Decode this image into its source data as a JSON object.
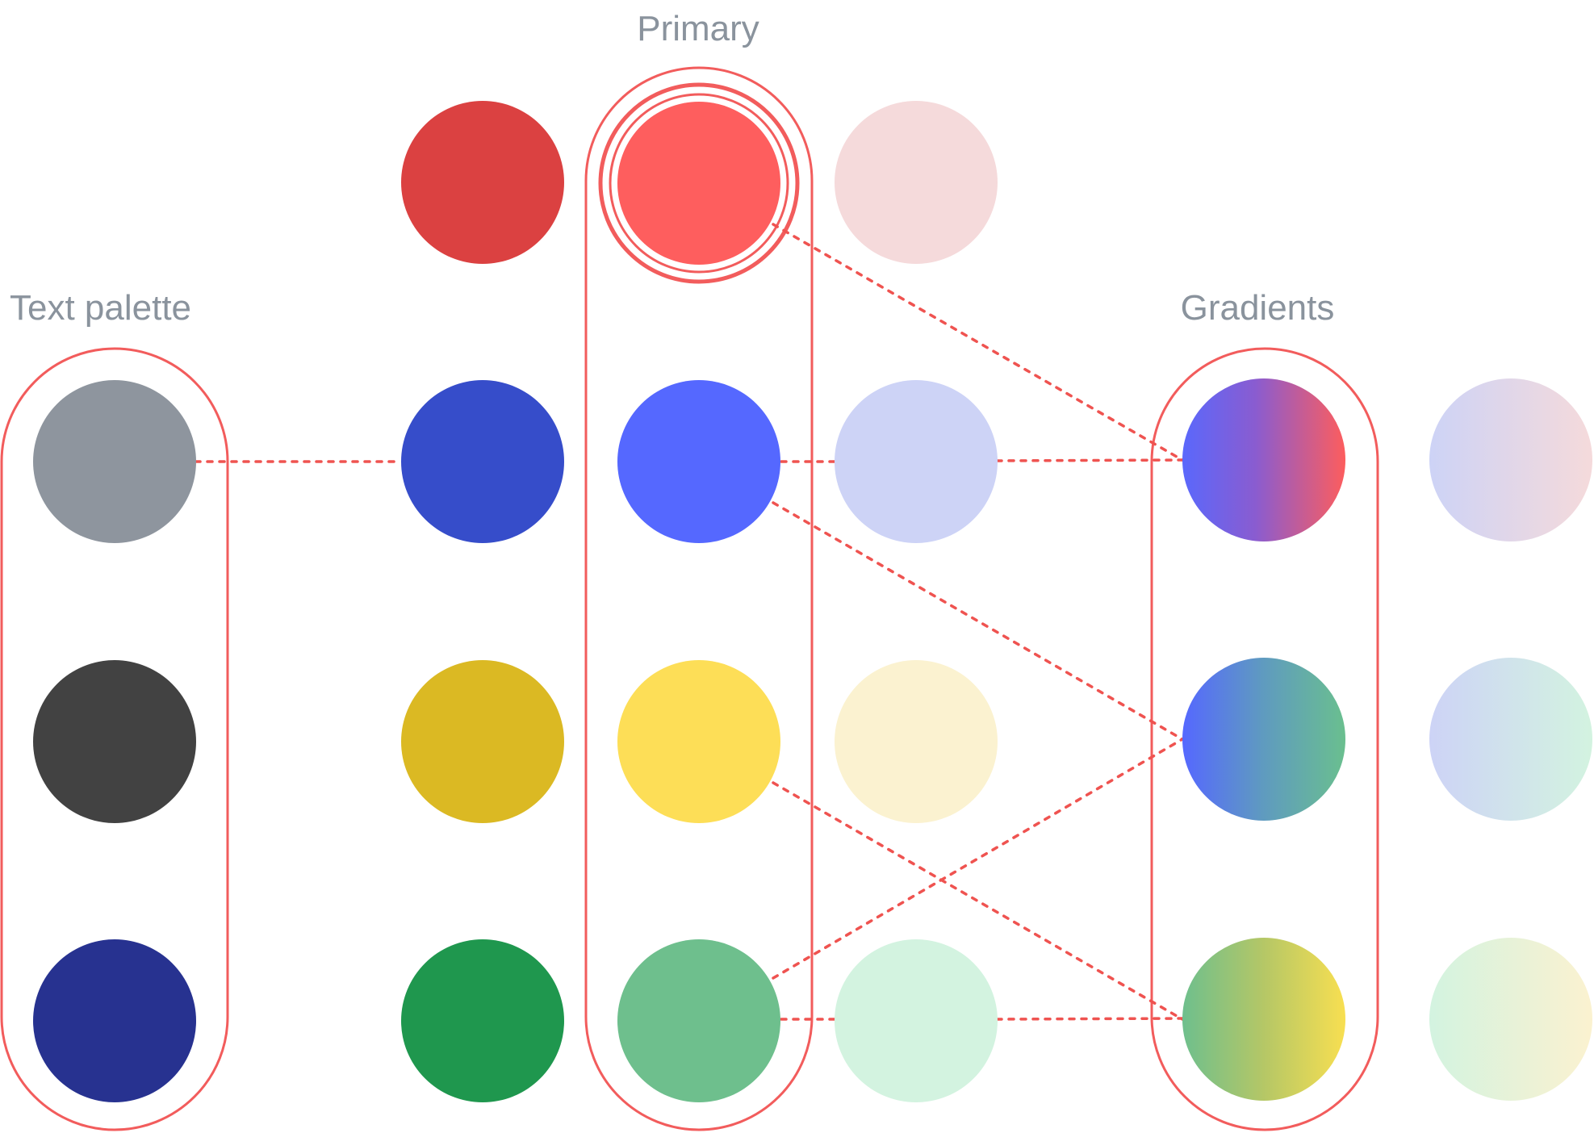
{
  "labels": {
    "primary": "Primary",
    "text_palette": "Text palette",
    "gradients": "Gradients"
  },
  "colors": {
    "outline": "#f25c5c",
    "connector": "#ef5350",
    "label": "#8a939d",
    "text_palette": [
      "#8e959e",
      "#424242",
      "#273290"
    ],
    "dark": [
      "#db4141",
      "#364dca",
      "#dbb923",
      "#1f974e"
    ],
    "primary": [
      "#fe5e5e",
      "#5568ff",
      "#fdde57",
      "#6ebf8d"
    ],
    "light": [
      "#f5dadb",
      "#cdd3f6",
      "#fbf2d0",
      "#d3f3e0"
    ],
    "gradients": [
      [
        "#5a68fc",
        "#8a5cd0",
        "#fd5d5d"
      ],
      [
        "#5568ff",
        "#5f9bbf",
        "#6abf8f"
      ],
      [
        "#6ebf8d",
        "#b5c766",
        "#f8df51"
      ]
    ],
    "gradients_light": [
      [
        "#cdd3f6",
        "#f5dadb"
      ],
      [
        "#cdd3f6",
        "#d3f3e0"
      ],
      [
        "#d3f3e0",
        "#fbf2d0"
      ]
    ]
  }
}
